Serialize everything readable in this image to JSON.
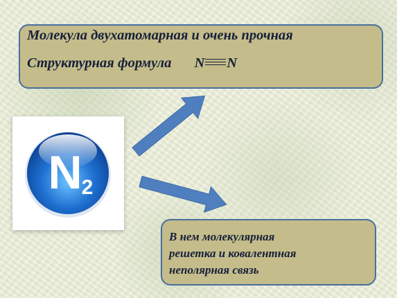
{
  "top_box": {
    "line1": "Молекула двухатомарная и очень прочная",
    "line2_label": "Структурная формула",
    "formula_left": "N",
    "formula_right": "N"
  },
  "bottom_box": {
    "line1": "В нем молекулярная",
    "line2": "решетка и ковалентная",
    "line3": "неполярная связь"
  },
  "logo": {
    "symbol": "N",
    "subscript": "2",
    "icon": "n2-molecule-icon"
  },
  "colors": {
    "box_fill": "#c4bc8a",
    "box_border": "#4a6e9e",
    "arrow": "#4f7fbf",
    "sphere": "#1e6fd0"
  }
}
